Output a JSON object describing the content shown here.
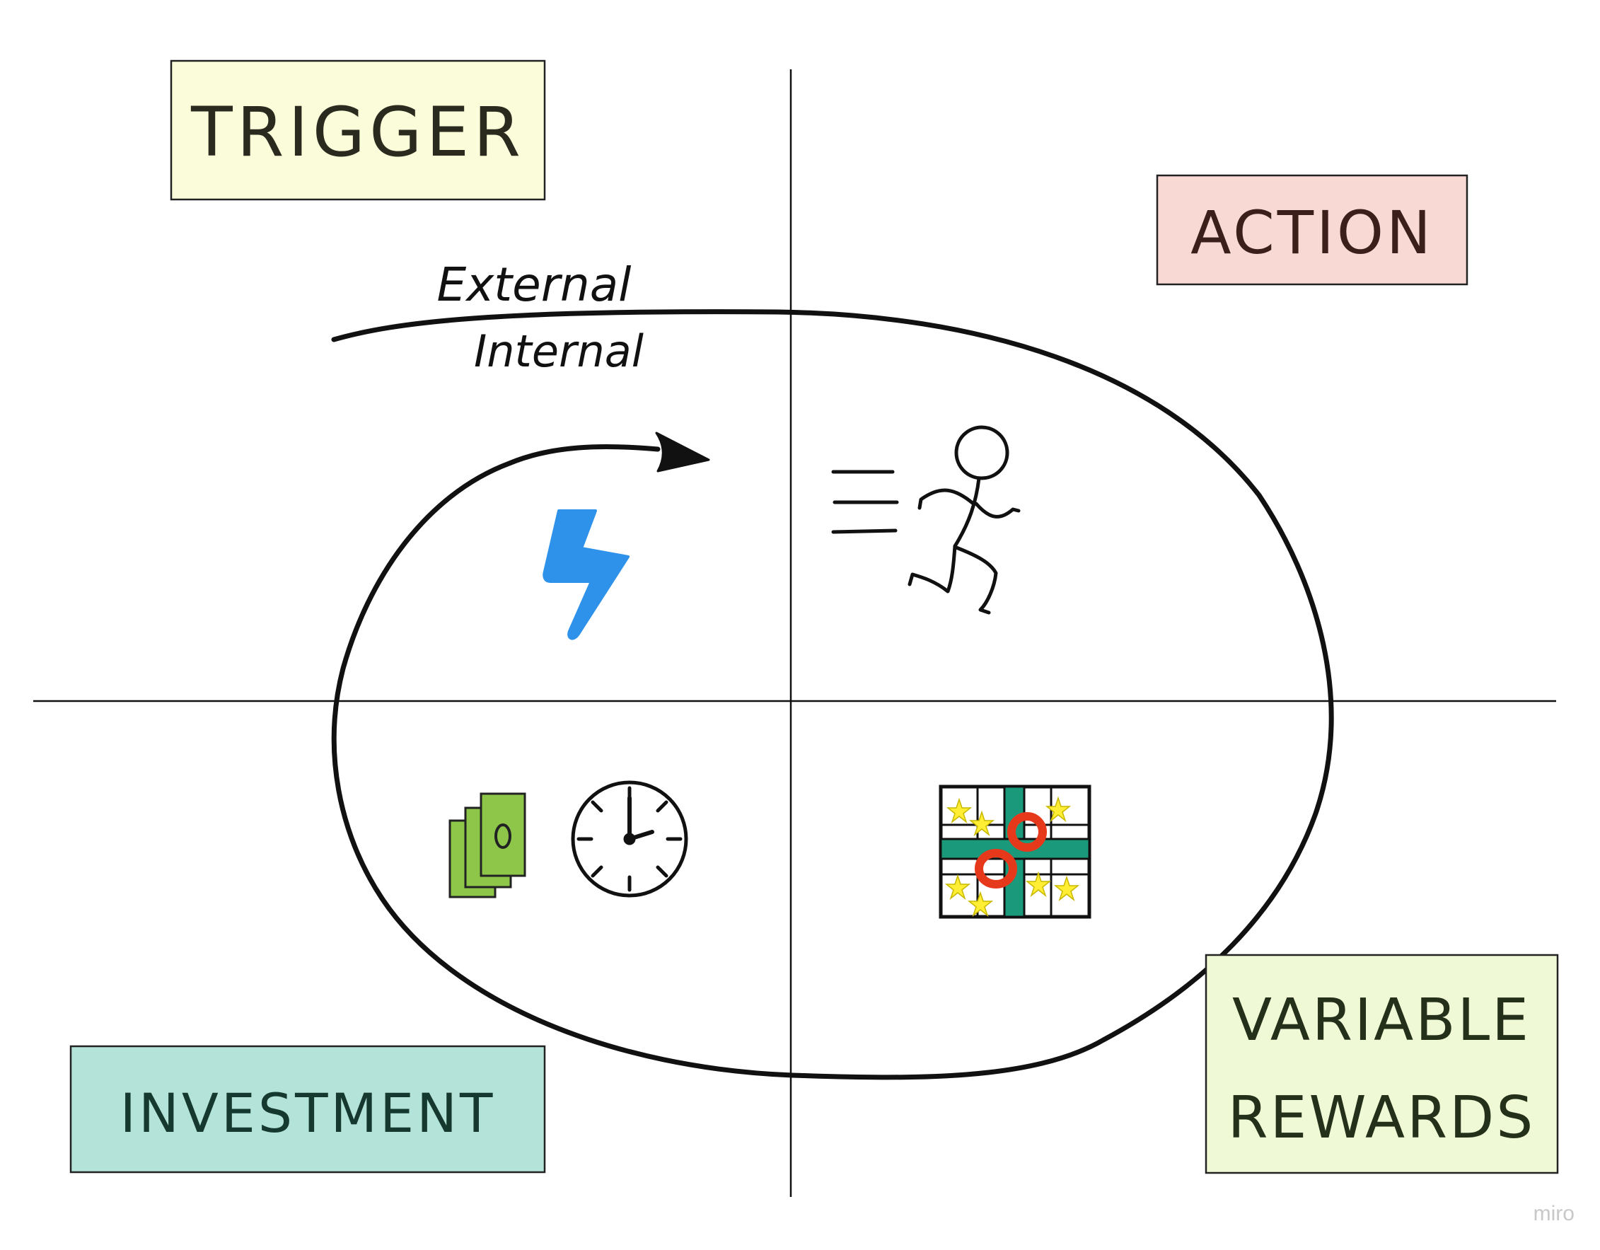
{
  "stickies": {
    "trigger": {
      "label": "TRIGGER",
      "color": "#fbfcd9"
    },
    "action": {
      "label": "ACTION",
      "color": "#f8d9d3"
    },
    "investment": {
      "label": "INVESTMENT",
      "color": "#b4e3d9"
    },
    "variable_rewards": {
      "label_line1": "VARIABLE",
      "label_line2": "REWARDS",
      "color": "#f0f9d6"
    }
  },
  "annotations": {
    "external": "External",
    "internal": "Internal"
  },
  "icons": {
    "trigger": "lightning-bolt-icon",
    "action": "running-person-icon",
    "investment_money": "money-stack-icon",
    "investment_time": "clock-icon",
    "reward": "gift-box-icon"
  },
  "colors": {
    "bolt": "#2e92ea",
    "money": "#8ec64a",
    "gift_ribbon": "#1a9a7a",
    "gift_bow": "#e6391c",
    "gift_stars": "#ffee33",
    "ink": "#111111"
  },
  "watermark": "miro"
}
